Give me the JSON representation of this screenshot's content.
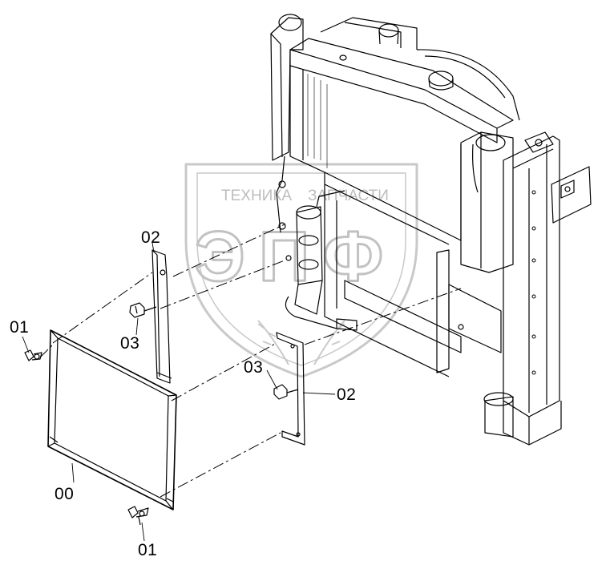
{
  "watermark": {
    "line1": "ТЕХНИКА",
    "line2": "ЗАПЧАСТИ",
    "letter1": "Э",
    "letter2": "П",
    "letter3": "Ф",
    "color": "#bfbfbf"
  },
  "callouts": {
    "part_00": "00",
    "part_01_top": "01",
    "part_01_bottom": "01",
    "part_02_left": "02",
    "part_02_right": "02",
    "part_03_left": "03",
    "part_03_right": "03"
  },
  "colors": {
    "line": "#000000",
    "background": "#ffffff"
  }
}
